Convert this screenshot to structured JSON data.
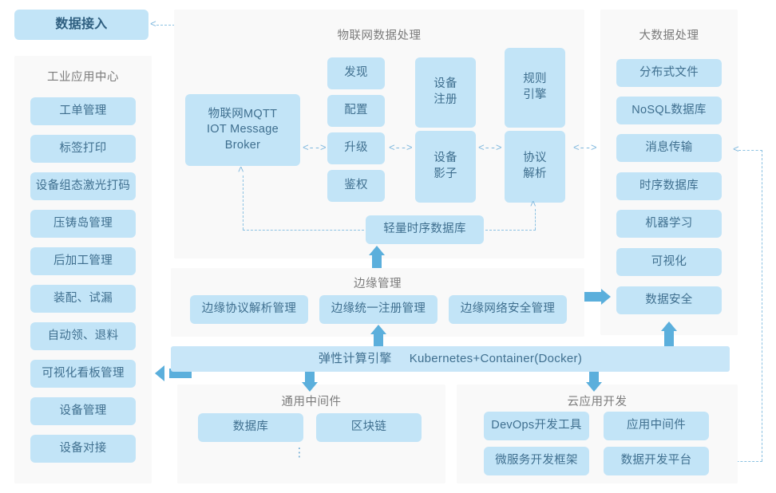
{
  "diagram": {
    "title_header": "数据接入",
    "colors": {
      "node_fill": "#c2e4f7",
      "node_text": "#3f6f8f",
      "panel_bg": "#f9f9f9",
      "panel_title": "#7b7b7b",
      "arrow_solid": "#5bafdc",
      "arrow_dashed": "#8cc2e2",
      "page_bg": "#ffffff"
    }
  },
  "data_access": {
    "label": "数据接入"
  },
  "industrial_app_center": {
    "title": "工业应用中心",
    "items": [
      {
        "label": "工单管理"
      },
      {
        "label": "标签打印"
      },
      {
        "label": "设备组态激光打码"
      },
      {
        "label": "压铸岛管理"
      },
      {
        "label": "后加工管理"
      },
      {
        "label": "装配、试漏"
      },
      {
        "label": "自动领、退料"
      },
      {
        "label": "可视化看板管理"
      },
      {
        "label": "设备管理"
      },
      {
        "label": "设备对接"
      }
    ]
  },
  "iot_processing": {
    "title": "物联网数据处理",
    "broker": {
      "line1": "物联网MQTT",
      "line2": "IOT Message",
      "line3": "Broker"
    },
    "column_ops": [
      {
        "label": "发现"
      },
      {
        "label": "配置"
      },
      {
        "label": "升级"
      },
      {
        "label": "鉴权"
      }
    ],
    "device_boxes": [
      {
        "label": "设备\n注册"
      },
      {
        "label": "设备\n影子"
      }
    ],
    "device_register": "设备注册",
    "device_shadow": "设备影子",
    "rule_engine": "规则引擎",
    "protocol_parse": "协议解析",
    "lightweight_tsdb": "轻量时序数据库",
    "connector_label": "<-->"
  },
  "bigdata_processing": {
    "title": "大数据处理",
    "items": [
      {
        "label": "分布式文件"
      },
      {
        "label": "NoSQL数据库"
      },
      {
        "label": "消息传输"
      },
      {
        "label": "时序数据库"
      },
      {
        "label": "机器学习"
      },
      {
        "label": "可视化"
      },
      {
        "label": "数据安全"
      }
    ]
  },
  "edge_management": {
    "title": "边缘管理",
    "items": [
      {
        "label": "边缘协议解析管理"
      },
      {
        "label": "边缘统一注册管理"
      },
      {
        "label": "边缘网络安全管理"
      }
    ]
  },
  "elastic_compute": {
    "label_cn": "弹性计算引擎",
    "label_en": "Kubernetes+Container(Docker)"
  },
  "common_middleware": {
    "title": "通用中间件",
    "items": [
      {
        "label": "数据库"
      },
      {
        "label": "区块链"
      }
    ],
    "more_indicator": "⋮"
  },
  "cloud_app_dev": {
    "title": "云应用开发",
    "items": [
      {
        "label": "DevOps开发工具"
      },
      {
        "label": "应用中间件"
      },
      {
        "label": "微服务开发框架"
      },
      {
        "label": "数据开发平台"
      }
    ]
  },
  "connectors": {
    "arrow_left_glyph": "<",
    "arrow_right_glyph": ">",
    "bidirectional": "<-->"
  }
}
